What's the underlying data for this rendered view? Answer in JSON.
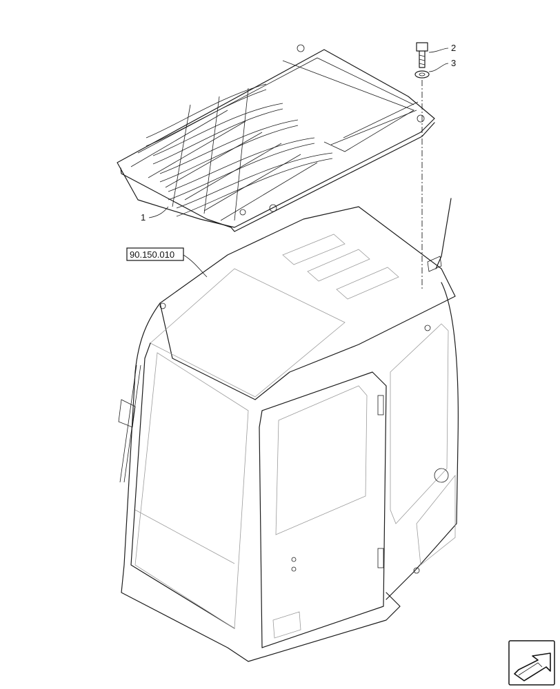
{
  "callouts": [
    {
      "id": "1",
      "label": "1"
    },
    {
      "id": "2",
      "label": "2"
    },
    {
      "id": "3",
      "label": "3"
    }
  ],
  "reference": {
    "label": "90.150.010"
  },
  "icons": {
    "nav": "arrow-nav-icon",
    "bolt": "bolt-icon",
    "washer": "washer-icon"
  },
  "colors": {
    "line": "#1a1a1a",
    "background": "#ffffff"
  }
}
